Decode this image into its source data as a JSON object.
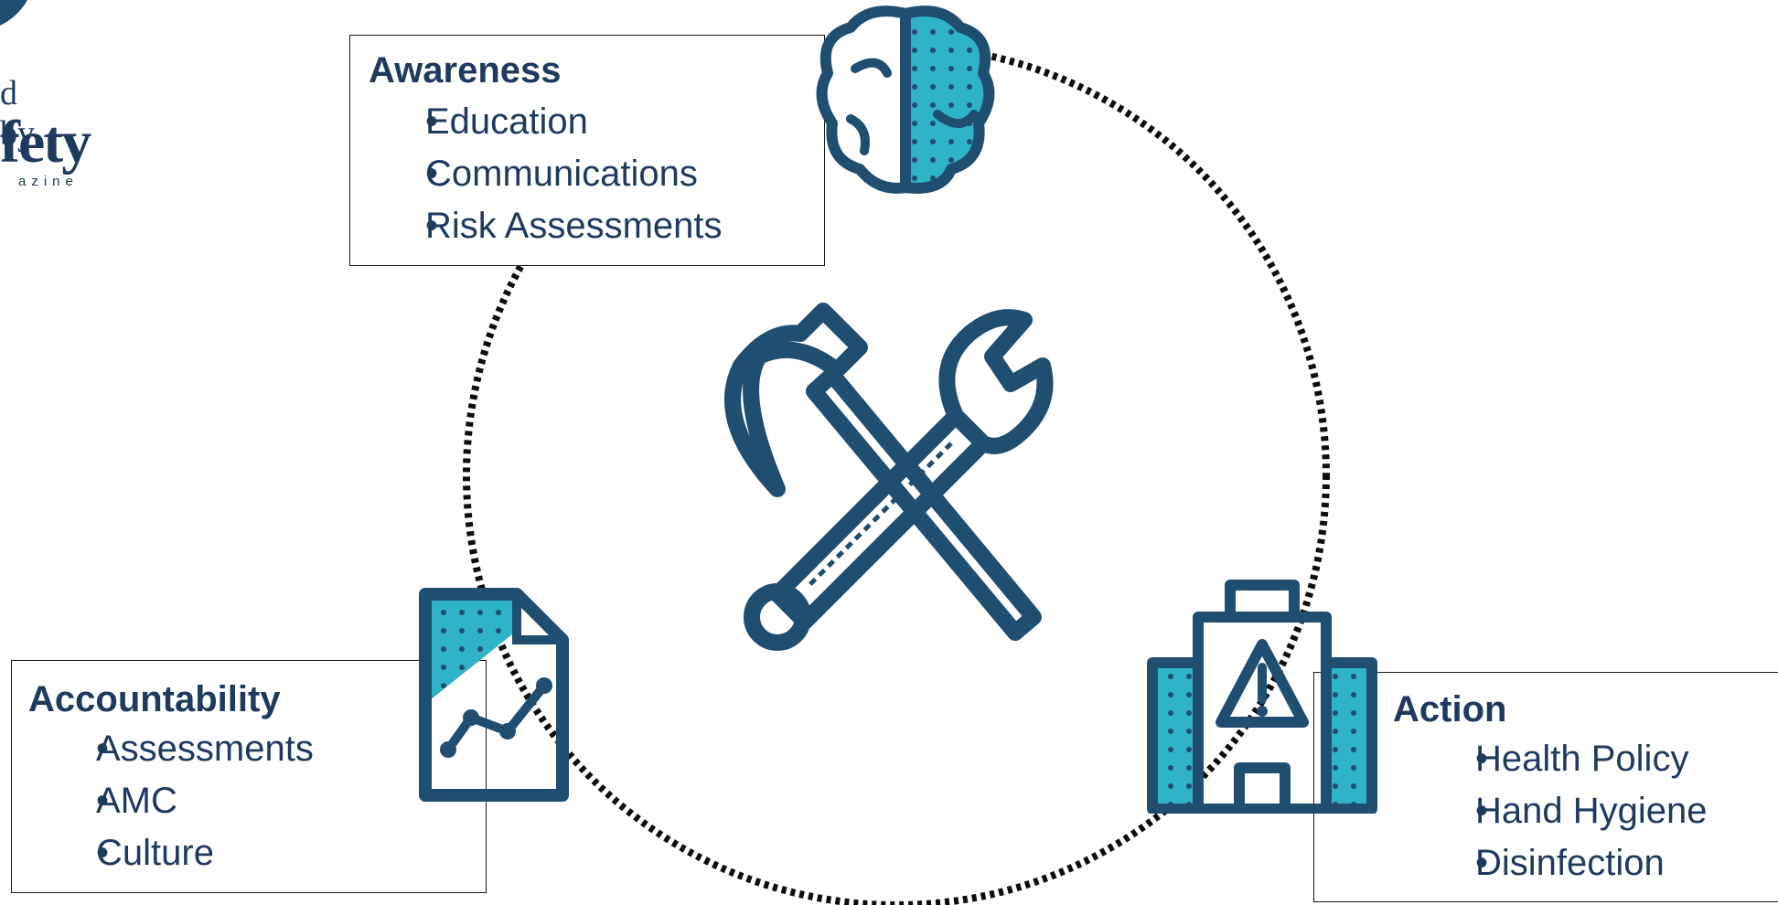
{
  "logo": {
    "line1": "d by",
    "line2": "fety",
    "line3": "azine"
  },
  "center_icon": "crossed-hammer-wrench-icon",
  "nodes": {
    "awareness": {
      "icon": "brain-icon",
      "title": "Awareness",
      "items": [
        "Education",
        "Communications",
        "Risk Assessments"
      ]
    },
    "accountability": {
      "icon": "report-chart-icon",
      "title": "Accountability",
      "items": [
        "Assessments",
        "AMC",
        "Culture"
      ]
    },
    "action": {
      "icon": "building-warning-icon",
      "title": "Action",
      "items": [
        "Health Policy",
        "Hand Hygiene",
        "Disinfection"
      ]
    }
  },
  "colors": {
    "navy": "#1f4e70",
    "teal": "#2fb3c9",
    "text": "#1f3a5f",
    "dots": "#0d0d0d"
  }
}
